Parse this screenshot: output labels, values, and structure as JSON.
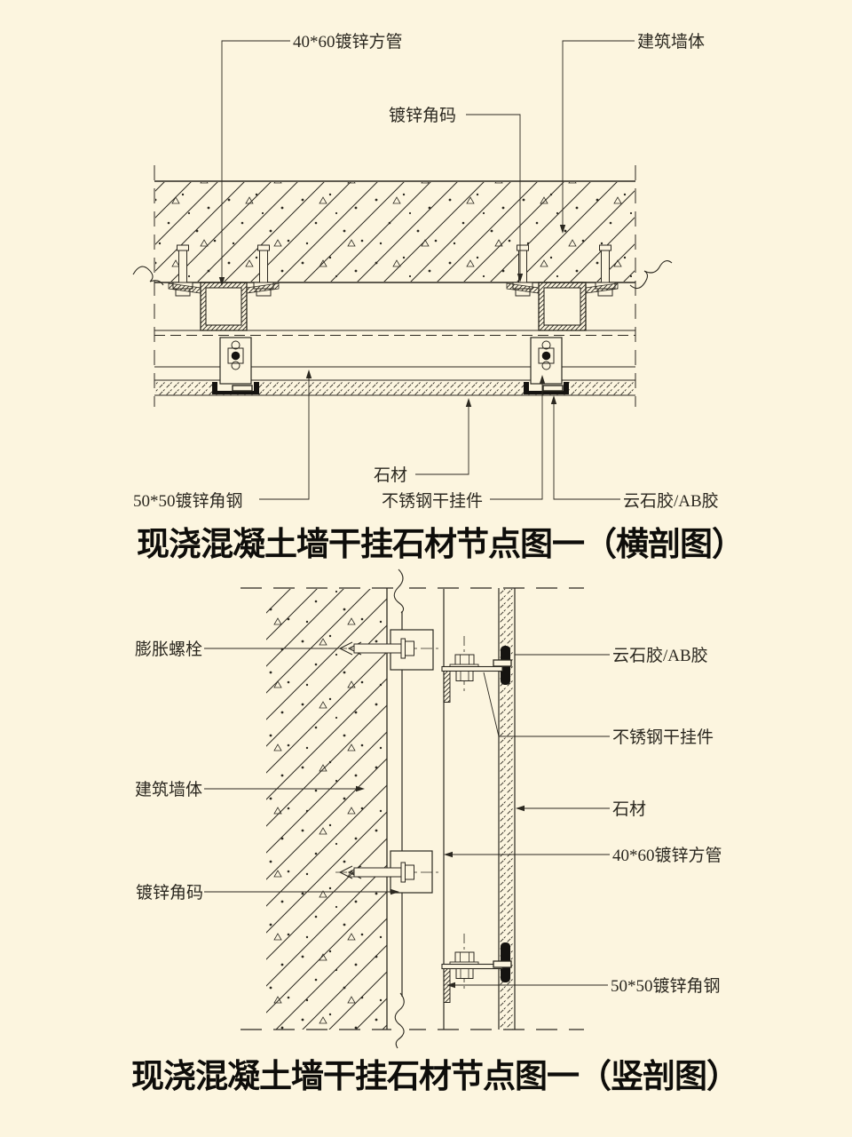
{
  "colors": {
    "background": "#fcf5df",
    "ink": "#2b2820",
    "title_ink": "#0e0d0a"
  },
  "top_diagram": {
    "title": "现浇混凝土墙干挂石材节点图一（横剖图）",
    "callouts": {
      "square_tube": "40*60镀锌方管",
      "building_wall": "建筑墙体",
      "galvanized_angle_code": "镀锌角码",
      "stone": "石材",
      "galvanized_angle_steel": "50*50镀锌角钢",
      "stainless_hanger": "不锈钢干挂件",
      "marble_glue": "云石胶/AB胶"
    }
  },
  "bottom_diagram": {
    "title": "现浇混凝土墙干挂石材节点图一（竖剖图）",
    "callouts": {
      "expansion_bolt": "膨胀螺栓",
      "building_wall": "建筑墙体",
      "galvanized_angle_code": "镀锌角码",
      "marble_glue": "云石胶/AB胶",
      "stainless_hanger": "不锈钢干挂件",
      "stone": "石材",
      "square_tube": "40*60镀锌方管",
      "galvanized_angle_steel": "50*50镀锌角钢"
    }
  }
}
